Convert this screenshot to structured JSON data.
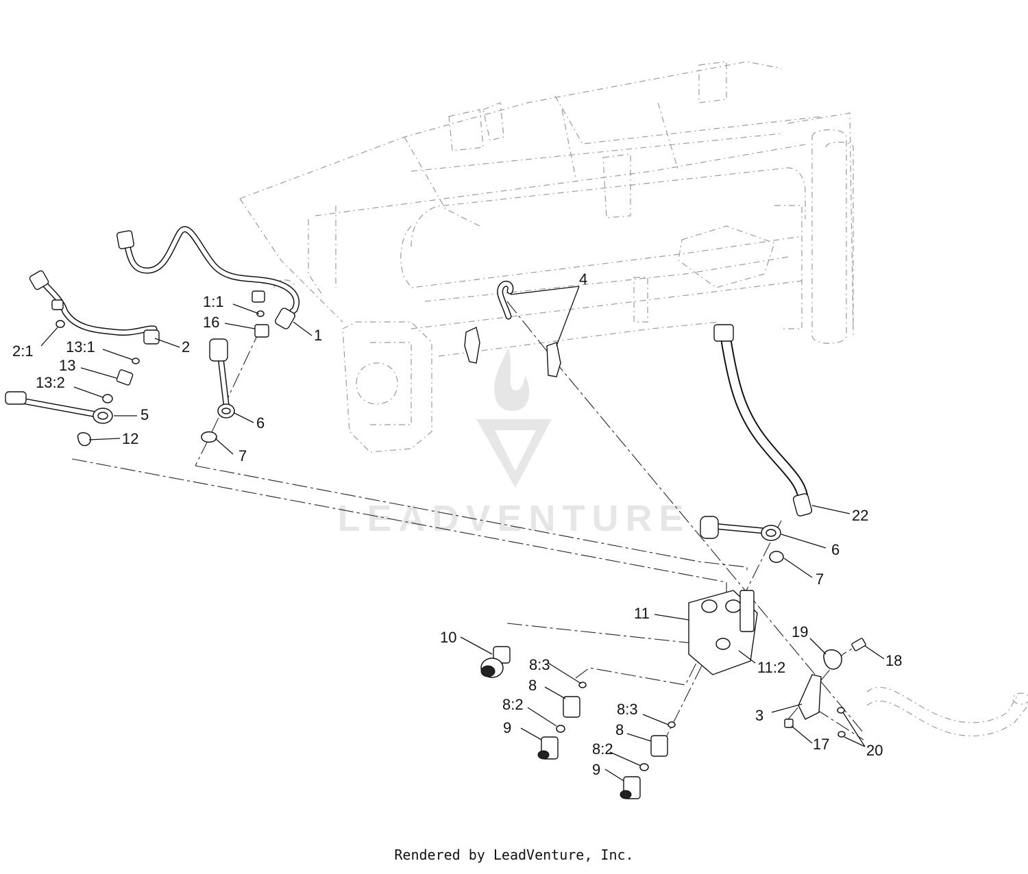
{
  "watermark": {
    "brand": "LEADVENTURE"
  },
  "footer": {
    "text": "Rendered by LeadVenture, Inc."
  },
  "callouts": [
    "4",
    "1:1",
    "16",
    "1",
    "2:1",
    "2",
    "13:1",
    "13",
    "13:2",
    "5",
    "12",
    "6",
    "7",
    "22",
    "6",
    "7",
    "11",
    "10",
    "11:2",
    "19",
    "18",
    "8:3",
    "8",
    "8:2",
    "9",
    "3",
    "17",
    "20",
    "8:3",
    "8",
    "8:2",
    "9"
  ]
}
